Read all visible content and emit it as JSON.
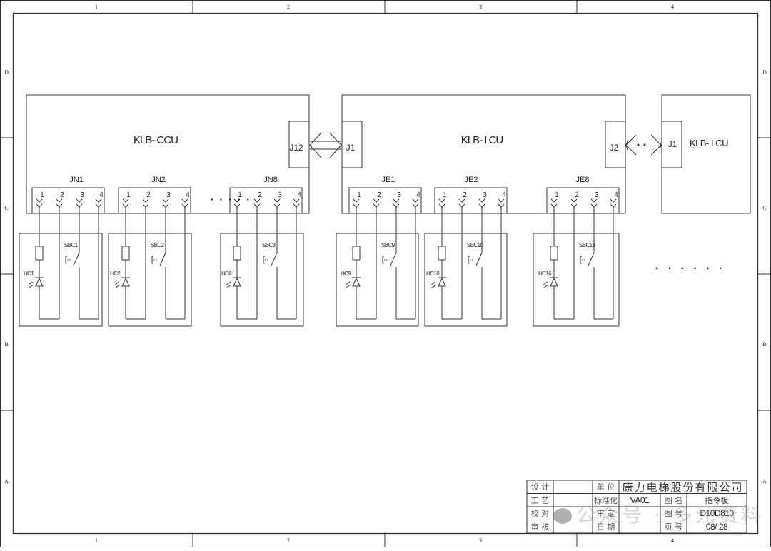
{
  "frame": {
    "columns": [
      "1",
      "2",
      "3",
      "4"
    ],
    "rows": [
      "D",
      "C",
      "B",
      "A"
    ]
  },
  "boards": {
    "ccu": {
      "title": "KLB- CCU",
      "port": "J12",
      "connectors": [
        {
          "label": "JN1",
          "pins": [
            "1",
            "2",
            "3",
            "4"
          ]
        },
        {
          "label": "JN2",
          "pins": [
            "1",
            "2",
            "3",
            "4"
          ]
        },
        {
          "label": "JN8",
          "pins": [
            "1",
            "2",
            "3",
            "4"
          ]
        }
      ],
      "ellipsis": "· · · · ·"
    },
    "icu_1": {
      "title": "KLB- I CU",
      "port_left": "J1",
      "port_right": "J2",
      "connectors": [
        {
          "label": "JE1",
          "pins": [
            "1",
            "2",
            "3",
            "4"
          ]
        },
        {
          "label": "JE2",
          "pins": [
            "1",
            "2",
            "3",
            "4"
          ]
        },
        {
          "label": "JE8",
          "pins": [
            "1",
            "2",
            "3",
            "4"
          ]
        }
      ]
    },
    "icu_2": {
      "title": "KLB- I CU",
      "port_left": "J1"
    }
  },
  "buttons": [
    {
      "lamp": "HC1",
      "switch": "SBC1"
    },
    {
      "lamp": "HC2",
      "switch": "SBC2"
    },
    {
      "lamp": "HC8",
      "switch": "SBC8"
    },
    {
      "lamp": "HC9",
      "switch": "SBC9"
    },
    {
      "lamp": "HC10",
      "switch": "SBC10"
    },
    {
      "lamp": "HC16",
      "switch": "SBC16"
    }
  ],
  "continuation": "· · · · · ·",
  "title_block": {
    "design_label": "设 计",
    "process_label": "工 艺",
    "check_label": "校 对",
    "review_label": "审 核",
    "unit_label": "单 位",
    "company": "康力电梯股份有限公司",
    "standard_label": "标准化",
    "standard_value": "VA01",
    "approve_label": "审 定",
    "date_label": "日 期",
    "drawing_name_label": "图 名",
    "drawing_name": "指令板",
    "drawing_no_label": "图 号",
    "drawing_no": "D10D810",
    "page_label": "页 号",
    "page": "08/ 28"
  },
  "watermark": "公众号 · 多元资料"
}
